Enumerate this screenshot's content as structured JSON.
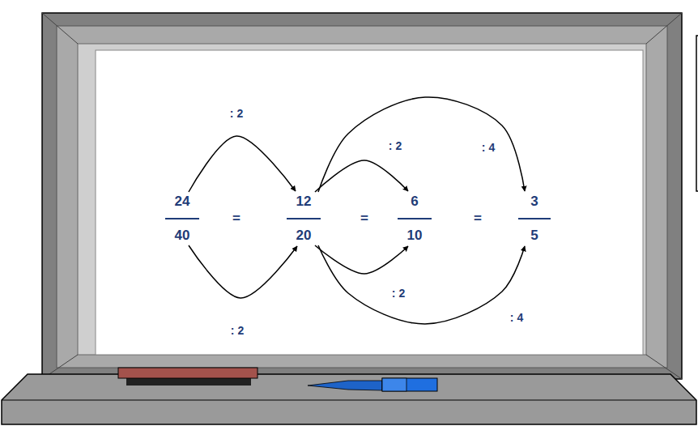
{
  "diagram": {
    "nodes": [
      {
        "text": [
          "24",
          "40"
        ]
      },
      {
        "text": [
          "12",
          "20"
        ]
      },
      {
        "text": [
          "6",
          "10"
        ]
      },
      {
        "text": [
          "3",
          "5"
        ]
      }
    ],
    "edges": [
      {
        "from": 0,
        "to": 1,
        "arrow": "to",
        "label": ": 2"
      },
      {
        "from": 0,
        "to": 1,
        "arrow": "to",
        "label": ": 2"
      },
      {
        "from": 1,
        "to": 2,
        "arrow": "to",
        "label": ": 2"
      },
      {
        "from": 1,
        "to": 2,
        "arrow": "to",
        "label": ": 2"
      },
      {
        "from": 1,
        "to": 3,
        "arrow": "to",
        "label": ": 4"
      },
      {
        "from": 1,
        "to": 3,
        "arrow": "to",
        "label": ": 4"
      }
    ],
    "labels": [
      "=",
      "=",
      "="
    ]
  }
}
